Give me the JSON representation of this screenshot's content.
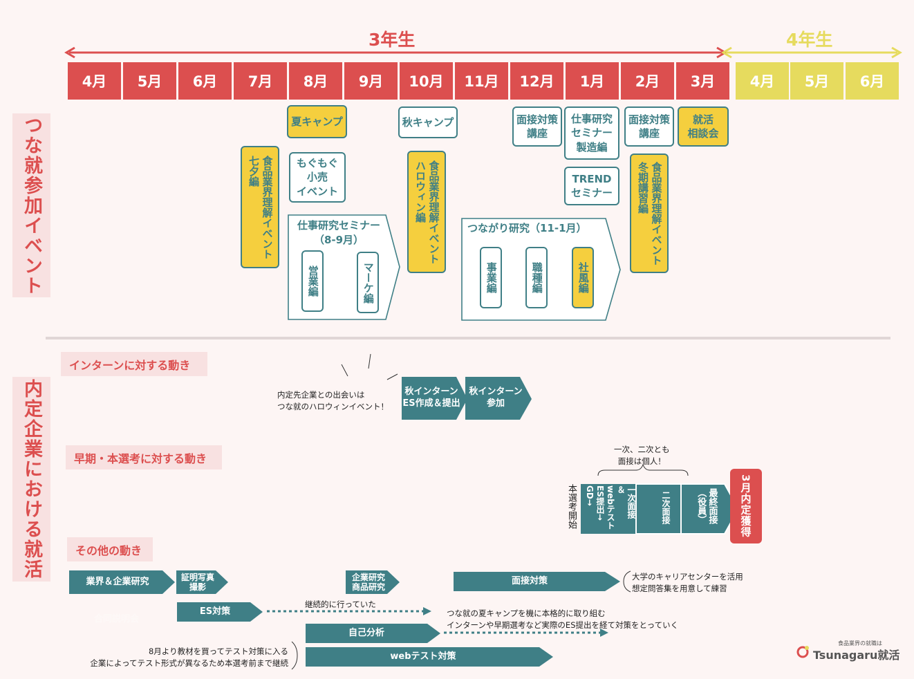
{
  "year3": "3年生",
  "year4": "4年生",
  "months3": [
    "4月",
    "5月",
    "6月",
    "7月",
    "8月",
    "9月",
    "10月",
    "11月",
    "12月",
    "1月",
    "2月",
    "3月"
  ],
  "months4": [
    "4月",
    "5月",
    "6月"
  ],
  "section1_title": "つな就参加イベント",
  "section2_title": "内定企業における就活",
  "events": {
    "summer_camp": "夏キャンプ",
    "autumn_camp": "秋キャンプ",
    "interview1": "面接対策\n講座",
    "job_seminar_mfg": "仕事研究\nセミナー\n製造編",
    "interview2": "面接対策\n講座",
    "consult": "就活\n相談会",
    "mogumogu": "もぐもぐ\n小売\nイベント",
    "trend": "TREND\nセミナー",
    "tanabata": "食品業界理解イベント\n七夕編",
    "halloween": "食品業界理解イベント\nハロウィン編",
    "winter": "食品業界理解イベント\n冬期講習編",
    "seminar_title": "仕事研究セミナー\n（8-9月）",
    "seminar_sales": "営業編",
    "seminar_marke": "マーケ編",
    "tsunagari_title": "つながり研究（11-1月）",
    "tsunagari_biz": "事業編",
    "tsunagari_job": "職種編",
    "tsunagari_culture": "社風編"
  },
  "sections": {
    "intern": "インターンに対する動き",
    "early": "早期・本選考に対する動き",
    "other": "その他の動き"
  },
  "intern": {
    "note": "内定先企業との出会いは\nつな就のハロウィンイベント！",
    "step1": "秋インターン\nES作成＆提出",
    "step2": "秋インターン\n参加"
  },
  "selection": {
    "start_label": "本選考開始",
    "note": "一次、二次とも\n面接は個人！",
    "step1": "一次面接\n＆\nwebテスト\nES提出→\nGD→",
    "step2": "二次面接",
    "step3": "最終面接\n（役員）",
    "result": "3月内定獲得"
  },
  "other": {
    "industry": "業界＆企業研究",
    "photo": "証明写真\n撮影",
    "company_research": "企業研究\n商品研究",
    "interview": "面接対策",
    "interview_note": "大学のキャリアセンターを活用\n想定問答集を用意して練習",
    "es": "ES対策",
    "es_note": "継続的に行っていた",
    "self": "自己分析",
    "self_note": "つな就の夏キャンプを機に本格的に取り組む\nインターンや早期選考など実際のES提出を経て対策をとっていく",
    "web": "webテスト対策",
    "web_note": "8月より教材を買ってテスト対策に入る\n企業によってテスト形式が異なるため本選考前まで継続",
    "faded": "合同説明会"
  },
  "logo": {
    "tagline": "食品業界の就職は",
    "name": "Tsunagaru就活"
  },
  "colors": {
    "red": "#dc4f4f",
    "yellow": "#e6db5e",
    "teal": "#3f7f86",
    "event_yellow": "#f5cf3e",
    "pink": "#f8e1e1"
  }
}
